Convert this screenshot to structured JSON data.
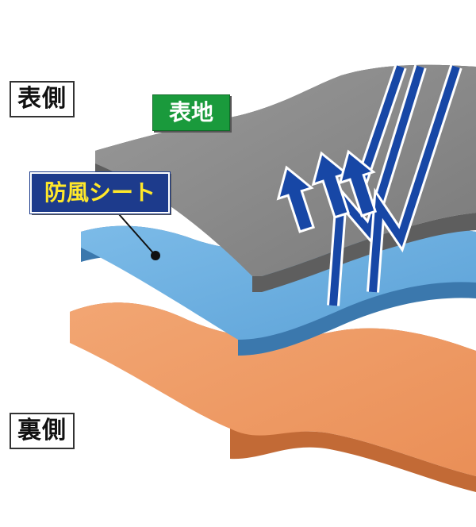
{
  "labels": {
    "front_side": "表側",
    "back_side": "裏側",
    "outer_fabric": "表地",
    "windproof_sheet": "防風シート"
  },
  "colors": {
    "outer_fabric_top": "#898989",
    "outer_fabric_edge": "#5e5e5e",
    "windproof_top": "#6aaee0",
    "windproof_edge": "#3b78ad",
    "lining_top": "#ef9a62",
    "lining_edge": "#c26a36",
    "arrow": "#1747a6",
    "arrow_outline": "#ffffff",
    "outer_tag_bg": "#1a9a3c",
    "membrane_tag_bg": "#1d3b8c",
    "membrane_tag_text": "#ffe82a"
  },
  "icons": {
    "moisture_arrows": "up-arrow-icon",
    "wind_arrows": "wind-zigzag-icon",
    "pointer": "leader-line-dot-icon"
  }
}
